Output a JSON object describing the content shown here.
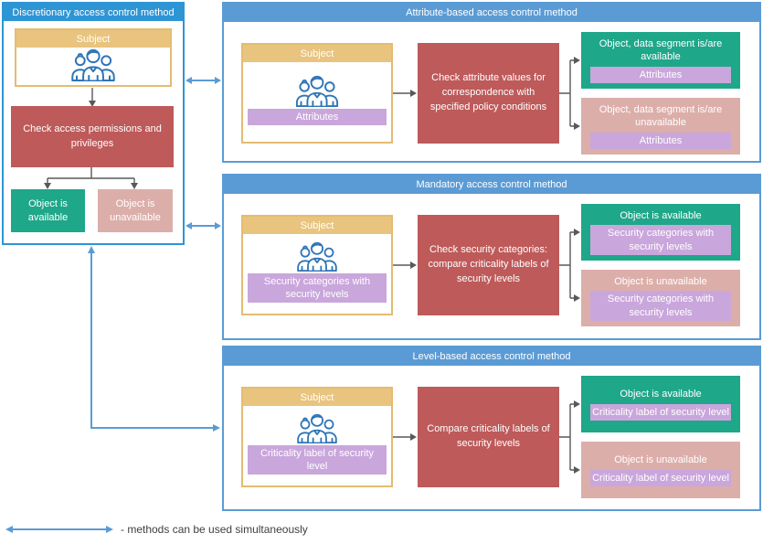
{
  "colors": {
    "leftblue": "#2E95D5",
    "panelblue": "#5B9BD5",
    "tan": "#E9C47E",
    "tanborder": "#E4BC72",
    "purple": "#C9A6DB",
    "red": "#BE5A5A",
    "green": "#1FA78A",
    "pink": "#DCAEAA",
    "gray": "#595959",
    "iconblue": "#2E75B6",
    "legendtext": "#404040"
  },
  "discretionary": {
    "title": "Discretionary access control method",
    "subject_label": "Subject",
    "subject_icon": "people-group",
    "check_label": "Check access permissions and privileges",
    "available_label": "Object is available",
    "unavailable_label": "Object is unavailable"
  },
  "panels": [
    {
      "id": "attribute",
      "title": "Attribute-based access control method",
      "subject_label": "Subject",
      "subject_icon": "people-group",
      "subject_tag": "Attributes",
      "check_label": "Check attribute values for correspondence with specified policy conditions",
      "available_label": "Object, data segment is/are available",
      "available_tag": "Attributes",
      "unavailable_label": "Object, data segment is/are unavailable",
      "unavailable_tag": "Attributes"
    },
    {
      "id": "mandatory",
      "title": "Mandatory access control method",
      "subject_label": "Subject",
      "subject_icon": "people-group",
      "subject_tag": "Security categories with security levels",
      "check_label": "Check security categories: compare criticality labels of security levels",
      "available_label": "Object is available",
      "available_tag": "Security categories with security levels",
      "unavailable_label": "Object is unavailable",
      "unavailable_tag": "Security categories with security levels"
    },
    {
      "id": "level",
      "title": "Level-based access control method",
      "subject_label": "Subject",
      "subject_icon": "people-group",
      "subject_tag": "Criticality label of security level",
      "check_label": "Compare criticality labels of security levels",
      "available_label": "Object is available",
      "available_tag": "Criticality label of security level",
      "unavailable_label": "Object is unavailable",
      "unavailable_tag": "Criticality label of security level"
    }
  ],
  "legend": {
    "arrow_icon": "double-headed-arrow",
    "text": "- methods can be used simultaneously"
  }
}
